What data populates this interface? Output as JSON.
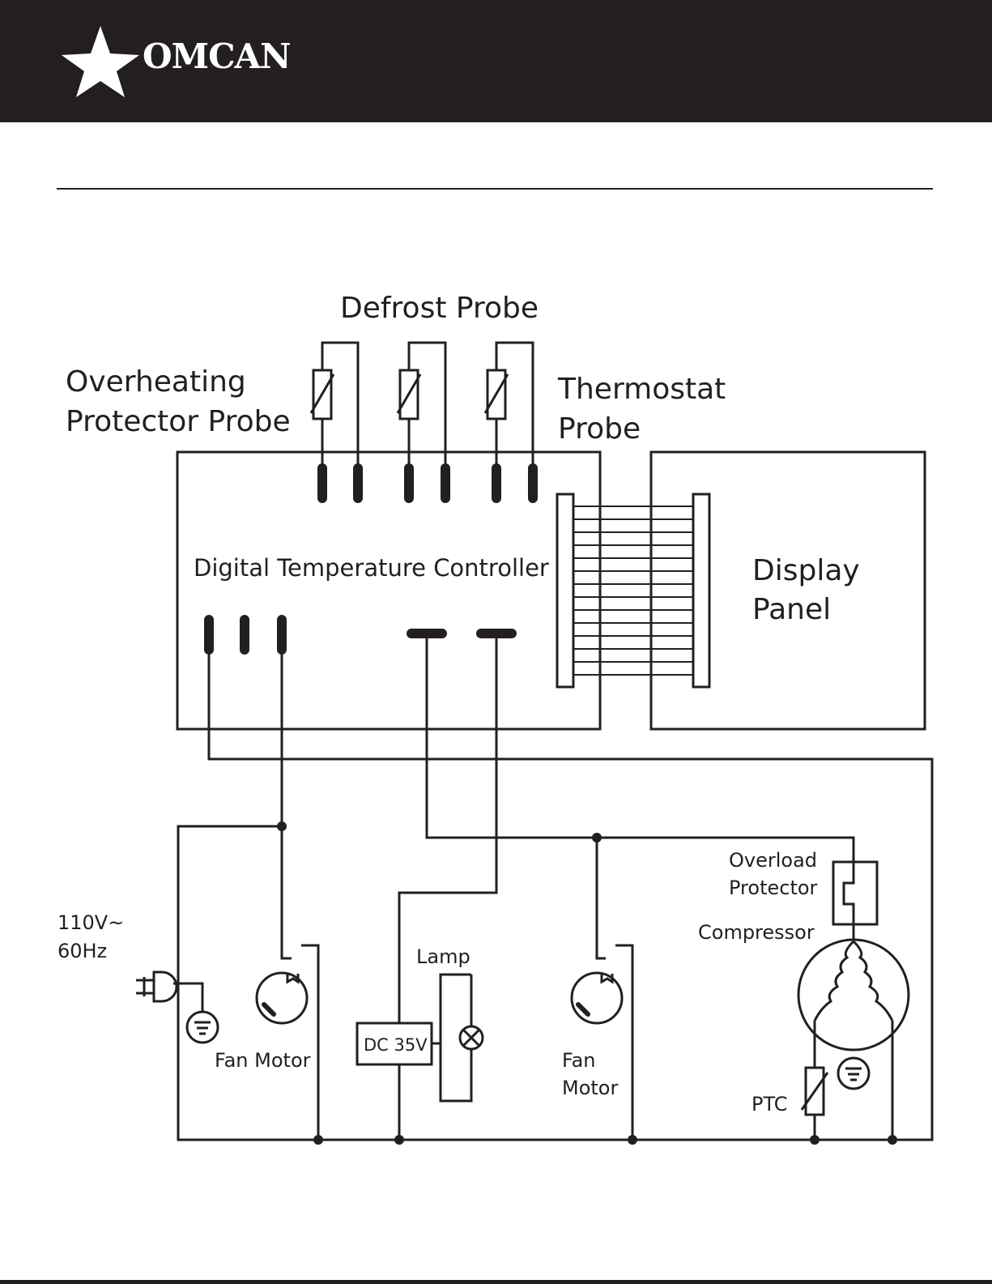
{
  "header": {
    "brand": "OMCAN",
    "background": "#231f20",
    "logo_icon": "star-icon"
  },
  "diagram": {
    "labels": {
      "defrost_probe": "Defrost Probe",
      "overheating_1": "Overheating",
      "overheating_2": "Protector Probe",
      "thermostat_1": "Thermostat",
      "thermostat_2": "Probe",
      "controller": "Digital Temperature Controller",
      "display_1": "Display",
      "display_2": "Panel",
      "voltage_1": "110V~",
      "voltage_2": "60Hz",
      "fan_motor_left": "Fan Motor",
      "lamp": "Lamp",
      "dc": "DC 35V",
      "fan_motor_right_1": "Fan",
      "fan_motor_right_2": "Motor",
      "overload_1": "Overload",
      "overload_2": "Protector",
      "compressor": "Compressor",
      "ptc": "PTC"
    }
  }
}
